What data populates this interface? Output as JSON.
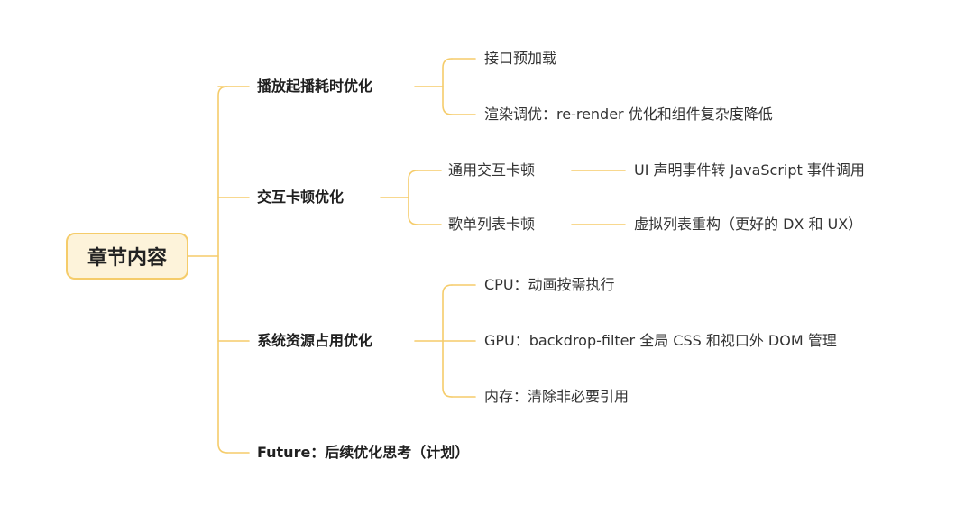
{
  "mindmap": {
    "root": "章节内容",
    "branches": [
      {
        "label": "播放起播耗时优化",
        "children": [
          {
            "label": "接口预加载"
          },
          {
            "label": "渲染调优：re-render 优化和组件复杂度降低"
          }
        ]
      },
      {
        "label": "交互卡顿优化",
        "children": [
          {
            "label": "通用交互卡顿",
            "detail": "UI 声明事件转 JavaScript 事件调用"
          },
          {
            "label": "歌单列表卡顿",
            "detail": "虚拟列表重构（更好的 DX 和 UX）"
          }
        ]
      },
      {
        "label": "系统资源占用优化",
        "children": [
          {
            "label": "CPU：动画按需执行"
          },
          {
            "label": "GPU：backdrop-filter 全局 CSS 和视口外 DOM 管理"
          },
          {
            "label": "内存：清除非必要引用"
          }
        ]
      },
      {
        "label": "Future：后续优化思考（计划）",
        "children": []
      }
    ]
  },
  "colors": {
    "line": "#f5cc6a",
    "root_fill": "#fdf3da",
    "root_border": "#f5cc6a"
  }
}
